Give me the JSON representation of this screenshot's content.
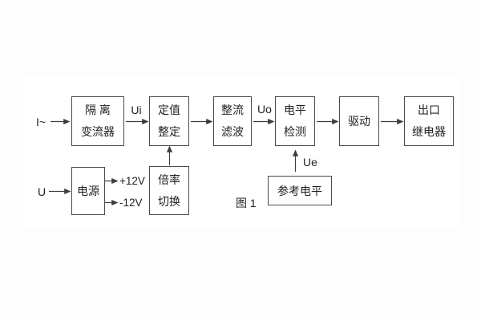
{
  "figure_caption": "图 1",
  "io_labels": {
    "current_input": "I~",
    "voltage_input": "U"
  },
  "signal_labels": {
    "ui": "Ui",
    "uo": "Uo",
    "ue": "Ue",
    "plus_12v": "+12V",
    "minus_12v": "-12V"
  },
  "blocks": {
    "isolation_transformer": {
      "line1": "隔 离",
      "line2": "变流器"
    },
    "setting_adjust": {
      "line1": "定值",
      "line2": "整定"
    },
    "rectifier_filter": {
      "line1": "整流",
      "line2": "滤波"
    },
    "level_detector": {
      "line1": "电平",
      "line2": "检测"
    },
    "driver": {
      "line1": "驱动"
    },
    "output_relay": {
      "line1": "出口",
      "line2": "继电器"
    },
    "power_supply": {
      "line1": "电源"
    },
    "ratio_switch": {
      "line1": "倍率",
      "line2": "切换"
    },
    "reference_level": {
      "line1": "参考电平"
    }
  },
  "colors": {
    "line": "#3d3d3d",
    "text": "#222222",
    "background": "#fdfdfd",
    "panel": "#ffffff"
  }
}
